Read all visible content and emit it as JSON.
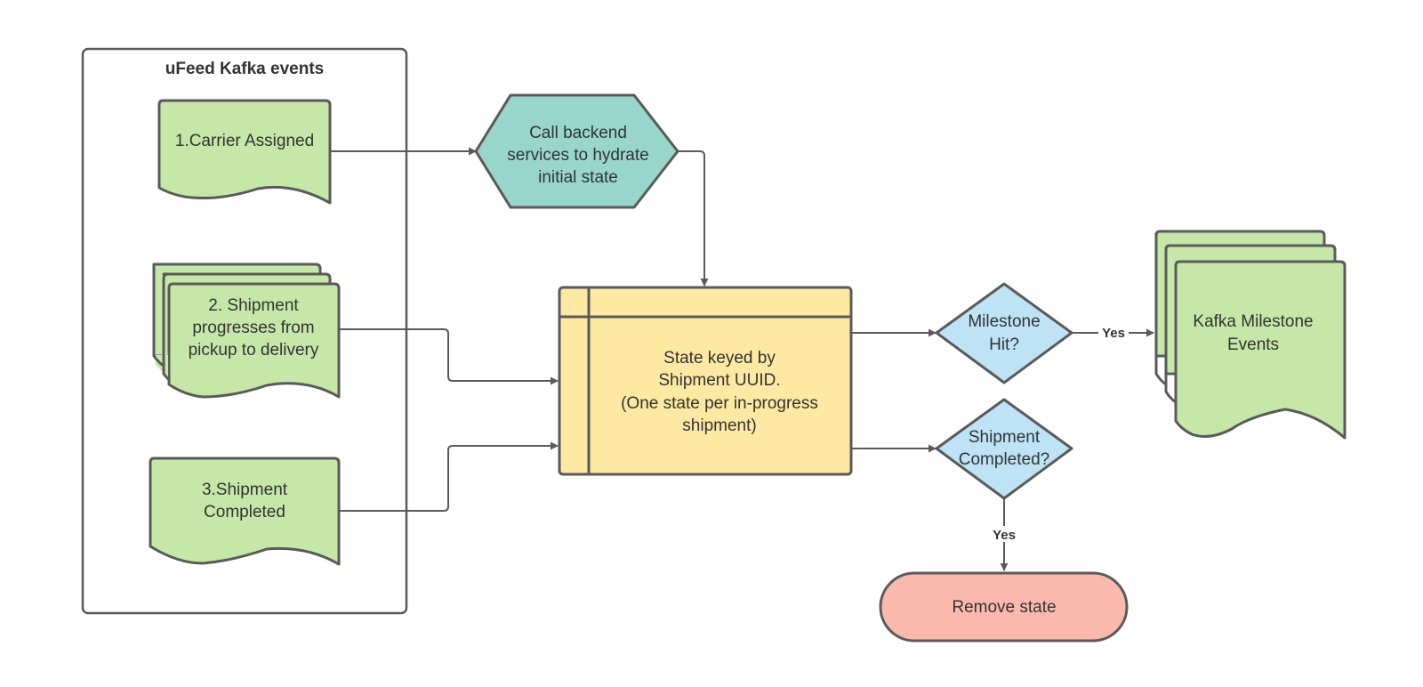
{
  "diagram": {
    "colors": {
      "event_fill": "#c5e8a9",
      "process_fill": "#98d6cb",
      "state_fill": "#fde9a1",
      "decision_fill": "#bde3f5",
      "terminal_fill": "#fbb9ad",
      "stroke": "#5a5a5a",
      "text": "#333333"
    },
    "group": {
      "title": "uFeed Kafka events"
    },
    "nodes": {
      "carrier_assigned": {
        "lines": [
          "1.Carrier Assigned"
        ]
      },
      "shipment_progresses": {
        "lines": [
          "2. Shipment",
          "progresses from",
          "pickup to delivery"
        ]
      },
      "shipment_completed_event": {
        "lines": [
          "3.Shipment",
          "Completed"
        ]
      },
      "hydrate": {
        "lines": [
          "Call backend",
          "services to hydrate",
          "initial state"
        ]
      },
      "state_store": {
        "lines": [
          "State keyed by",
          "Shipment UUID.",
          "(One state per in-progress",
          "shipment)"
        ]
      },
      "milestone_hit": {
        "lines": [
          "Milestone",
          "Hit?"
        ]
      },
      "shipment_completed_decision": {
        "lines": [
          "Shipment",
          "Completed?"
        ]
      },
      "kafka_milestone_events": {
        "lines": [
          "Kafka Milestone",
          "Events"
        ]
      },
      "remove_state": {
        "lines": [
          "Remove state"
        ]
      }
    },
    "edges": [
      {
        "from": "carrier_assigned",
        "to": "hydrate",
        "label": ""
      },
      {
        "from": "hydrate",
        "to": "state_store",
        "label": ""
      },
      {
        "from": "shipment_progresses",
        "to": "state_store",
        "label": ""
      },
      {
        "from": "shipment_completed_event",
        "to": "state_store",
        "label": ""
      },
      {
        "from": "state_store",
        "to": "milestone_hit",
        "label": ""
      },
      {
        "from": "state_store",
        "to": "shipment_completed_decision",
        "label": ""
      },
      {
        "from": "milestone_hit",
        "to": "kafka_milestone_events",
        "label": "Yes"
      },
      {
        "from": "shipment_completed_decision",
        "to": "remove_state",
        "label": "Yes"
      }
    ]
  }
}
